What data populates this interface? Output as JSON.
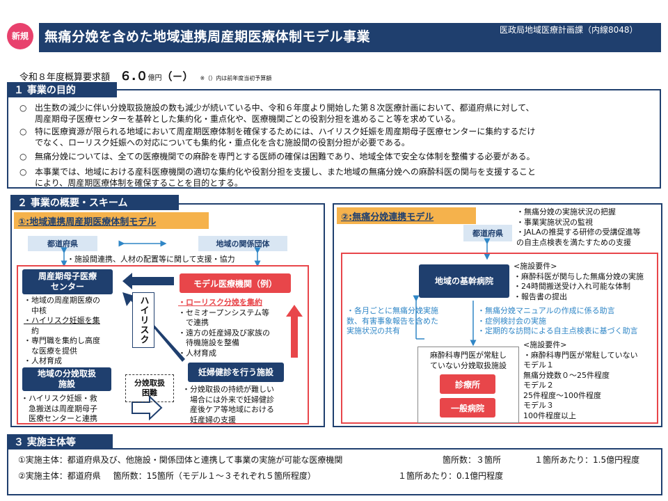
{
  "header": {
    "badge": "新規",
    "title": "無痛分娩を含めた地域連携周産期医療体制モデル事業",
    "dept": "医政局地域医療計画課（内線8048）"
  },
  "budget": {
    "label": "令和８年度概算要求額",
    "amount": "６.０",
    "unit": "億円",
    "prev": "（－）",
    "note": "※（）内は前年度当初予算額"
  },
  "section1": {
    "tab": "１ 事業の目的",
    "bullets": [
      {
        "mark": "○",
        "lines": [
          "出生数の減少に伴い分娩取扱施設の数も減少が続いている中、令和６年度より開始した第８次医療計画において、都道府県に対して、",
          "周産期母子医療センターを基幹とした集約化・重点化や、医療機関ごとの役割分担を進めること等を求めている。"
        ]
      },
      {
        "mark": "○",
        "lines": [
          "特に医療資源が限られる地域において周産期医療体制を確保するためには、ハイリスク妊娠を周産期母子医療センターに集約するだけ",
          "でなく、ローリスク妊娠への対応についても集約化・重点化を含む施設間の役割分担が必要である。"
        ]
      },
      {
        "mark": "○",
        "lines": [
          "無痛分娩については、全ての医療機関での麻酔を専門とする医師の確保は困難であり、地域全体で安全な体制を整備する必要がある。"
        ]
      },
      {
        "mark": "○",
        "lines": [
          "本事業では、地域における産科医療機関の適切な集約化や役割分担を支援し、また地域の無痛分娩への麻酔科医の関与を支援すること",
          "により、周産期医療体制を確保することを目的とする。"
        ]
      }
    ]
  },
  "section2": {
    "tab": "２ 事業の概要・スキーム",
    "left": {
      "heading": "①:地域連携周産期医療体制モデル",
      "prefecture": "都道府県",
      "related_orgs": "地域の関係団体",
      "support_note": "・施設間連携、人材の配置等に関して支援・協力",
      "center": {
        "title_lines": [
          "周産期母子医療",
          "センター"
        ],
        "items": [
          "・地域の周産期医療の",
          "　中核",
          "・ハイリスク妊娠を集",
          "　約",
          "・専門職を集約し高度",
          "　な医療を提供",
          "・人材育成"
        ]
      },
      "delivery": {
        "title_lines": [
          "地域の分娩取扱",
          "施設"
        ],
        "items": [
          "・ハイリスク妊娠・救",
          "　急搬送は周産期母子",
          "　医療センターと連携"
        ]
      },
      "model": {
        "title": "モデル医療機関（例）",
        "highlight": "・ローリスク分娩を集約",
        "items": [
          "・セミオープンシステム等",
          "　で連携",
          "・遠方の妊産婦及び家族の",
          "　待機施設を整備",
          "・人材育成"
        ]
      },
      "checkup": {
        "title": "妊婦健診を行う施設",
        "items": [
          "・分娩取扱の持続が難しい",
          "　場合には外来で妊婦健診",
          "　産後ケア等地域における",
          "　妊産婦の支援"
        ]
      },
      "high_risk": "ハイリスク",
      "difficulty": [
        "分娩取扱",
        "困難"
      ]
    },
    "right": {
      "heading": "②:無痛分娩連携モデル",
      "prefecture": "都道府県",
      "pref_items": [
        "・無痛分娩の実施状況の把握",
        "・事業実施状況の監視",
        "・JALAの推奨する研修の受講促進等",
        "の自主点検表を満たすための支援"
      ],
      "core_hospital": "地域の基幹病院",
      "core_reqs": [
        "<施設要件>",
        "・麻酔科医が関与した無痛分娩の実施",
        "・24時間搬送受け入れ可能な体制",
        "・報告書の提出"
      ],
      "monthly_report": [
        "・各月ごとに無痛分娩実施",
        "数、有害事象報告を含めた",
        "実施状況の共有"
      ],
      "support": [
        "・無痛分娩マニュアルの作成に係る助言",
        "・症例検討会の実施",
        "・定期的な訪問による自主点検表に基づく助言"
      ],
      "facility_box": [
        "麻酔科専門医が常駐し",
        "ていない分娩取扱施設"
      ],
      "clinic": "診療所",
      "general_hospital": "一般病院",
      "facility_reqs": [
        "<施設要件>",
        "・麻酔科専門医が常駐していない",
        "モデル１",
        "無痛分娩数０～25件程度",
        "モデル２",
        "25件程度～100件程度",
        "モデル３",
        "100件程度以上"
      ]
    }
  },
  "section3": {
    "tab": "３ 実施主体等",
    "row1": {
      "entity": "①実施主体：都道府県及び、他施設・関係団体と連携して事業の実施が可能な医療機関",
      "count": "箇所数：３箇所",
      "per": "１箇所あたり：1.5億円程度"
    },
    "row2": {
      "entity": "②実施主体：都道府県",
      "count": "箇所数：15箇所（モデル１～３それぞれ５箇所程度）",
      "per": "１箇所あたり：0.1億円程度"
    }
  },
  "colors": {
    "navy": "#1f3f6e",
    "pink": "#e8416d",
    "red": "#e8464a",
    "orange": "#f5b24c",
    "pale_blue": "#d9e6f3",
    "accent_blue": "#2f86c6"
  }
}
